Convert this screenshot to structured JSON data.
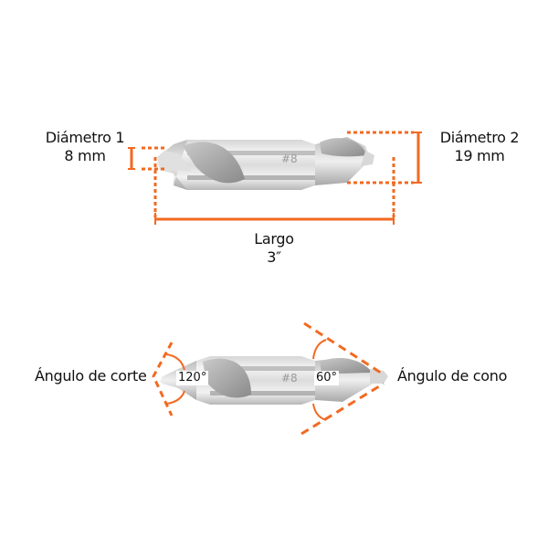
{
  "colors": {
    "accent": "#f26a21",
    "steel_light": "#e6e6e6",
    "steel_mid": "#bdbdbd",
    "steel_dark": "#8f8f8f",
    "text": "#111111"
  },
  "top_diagram": {
    "diameter1": {
      "title": "Diámetro 1",
      "value": "8 mm"
    },
    "diameter2": {
      "title": "Diámetro 2",
      "value": "19 mm"
    },
    "length": {
      "title": "Largo",
      "value": "3″"
    },
    "drill_marking": "#8"
  },
  "bottom_diagram": {
    "cutting_angle": {
      "title": "Ángulo de corte",
      "value": "120°"
    },
    "cone_angle": {
      "title": "Ángulo de cono",
      "value": "60°"
    },
    "drill_marking": "#8"
  }
}
